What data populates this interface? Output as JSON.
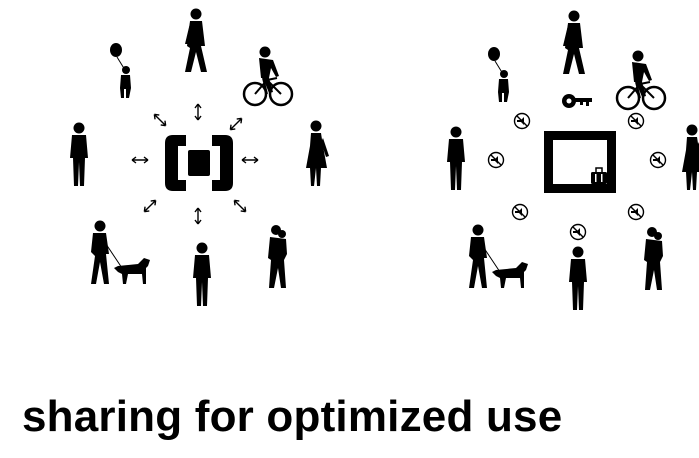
{
  "caption": "sharing for optimized use",
  "colors": {
    "ink": "#000000",
    "background": "#ffffff"
  },
  "left_panel": {
    "center_icon": "sharing-bracket-icon",
    "arrow_icon": "double-headed-arrow-icon",
    "people": [
      "person-with-balloon",
      "walking-person",
      "cyclist",
      "standing-person",
      "walking-woman",
      "person-walking-dog",
      "child",
      "person-carrying-child"
    ]
  },
  "right_panel": {
    "center_icon": "private-enclosure-icon",
    "locked_icon": "key-icon",
    "owned_item_icon": "suitcase-icon",
    "blocked_icon": "no-access-sign-icon",
    "people": [
      "person-with-balloon",
      "walking-person",
      "cyclist",
      "standing-person",
      "walking-woman",
      "person-walking-dog",
      "child",
      "person-carrying-child"
    ]
  }
}
